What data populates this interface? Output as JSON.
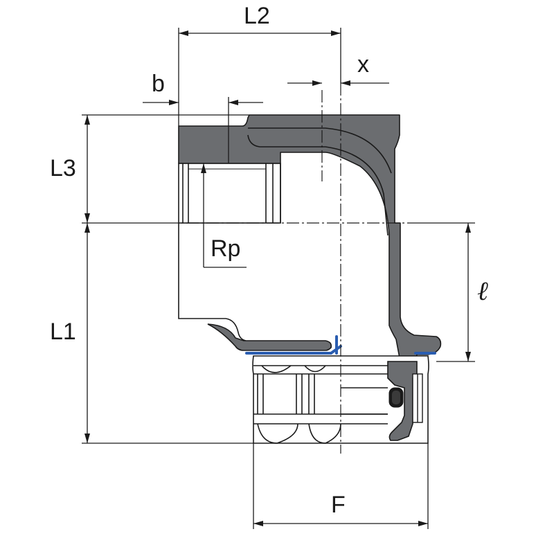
{
  "labels": {
    "L2": "L2",
    "x": "x",
    "b": "b",
    "L3": "L3",
    "Rp": "Rp",
    "l": "ℓ",
    "L1": "L1",
    "F": "F"
  },
  "colors": {
    "body": "#6b6d70",
    "body_highlight": "#8c8e91",
    "outline": "#1a1a1a",
    "seal": "#2a5db0",
    "nut": "#ffffff"
  }
}
